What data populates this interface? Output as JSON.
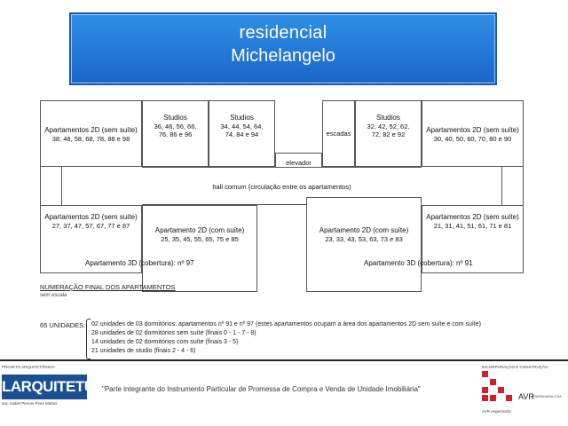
{
  "header": {
    "line1": "residencial",
    "line2": "Michelangelo"
  },
  "plan": {
    "left_top": {
      "title": "Apartamentos 2D (sem suíte)",
      "numbers": "38, 48, 58, 68, 78, 88 e 98"
    },
    "studios_a": {
      "title": "Studios",
      "numbers_1": "36, 46, 56, 66,",
      "numbers_2": "76, 86 e 96"
    },
    "studios_b": {
      "title": "Studios",
      "numbers_1": "34, 44, 54, 64,",
      "numbers_2": "74, 84 e 94"
    },
    "elevator": "elevador",
    "stairs": "escadas",
    "studios_c": {
      "title": "Studios",
      "numbers_1": "32, 42, 52, 62,",
      "numbers_2": "72, 82 e 92"
    },
    "right_top": {
      "title": "Apartamentos 2D (sem suíte)",
      "numbers": "30, 40, 50, 60, 70, 80 e 90"
    },
    "hall": "hall comum (circulação entre os apartamentos)",
    "left_bottom": {
      "title": "Apartamentos 2D (sem suíte)",
      "numbers": "27, 37, 47, 57, 67, 77 e 87"
    },
    "center_left": {
      "title": "Apartamento 2D (com suíte)",
      "numbers": "25, 35, 45, 55, 65, 75 e 85"
    },
    "center_right": {
      "title": "Apartamento 2D (com suíte)",
      "numbers": "23, 33, 43, 53, 63, 73 e 83"
    },
    "right_bottom": {
      "title": "Apartamentos 2D (sem suíte)",
      "numbers": "21, 31, 41, 51, 61, 71 e 81"
    },
    "cob_left": "Apartamento 3D (cobertura): nº 97",
    "cob_right": "Apartamento 3D (cobertura): nº 91"
  },
  "legend": {
    "title": "NUMERAÇÃO FINAL DOS APARTAMENTOS",
    "scale": "sem escala",
    "units_label": "65 UNIDADES:",
    "items": [
      "02 unidades de 03 dormitórios: apartamentos nº 91 e nº 97 (estes apartamentos ocupam a área dos apartamentos 2D sem suíte e com suíte)",
      "28 unidades de 02 dormitórios sem suíte (finais 0 - 1 - 7 - 8)",
      "14 unidades de 02 dormitórios com suíte (finais 3 - 5)",
      "21 unidades de studio (finais 2 - 4 - 6)"
    ]
  },
  "footer": {
    "project_caption": "PROJETO ARQUITETÔNICO",
    "logo_text": "LARQUITETURA",
    "logo_sub": "arq. Isabel Pieroni Pires Mattos",
    "notice": "\"Parte integrante do Instrumento Particular de Promessa de Compra e Venda de Unidade Imobiliária\"",
    "developer_caption": "INCORPORAÇÃO E CONSTRUÇÃO",
    "avr_text": "AVR",
    "avr_sub": "AVR engenharia",
    "avr_sub2": "ENGENHARIA LTDA"
  },
  "colors": {
    "banner": "#1f74d6",
    "avr_red": "#d21d2a",
    "logo_blue": "#1a4f91"
  }
}
